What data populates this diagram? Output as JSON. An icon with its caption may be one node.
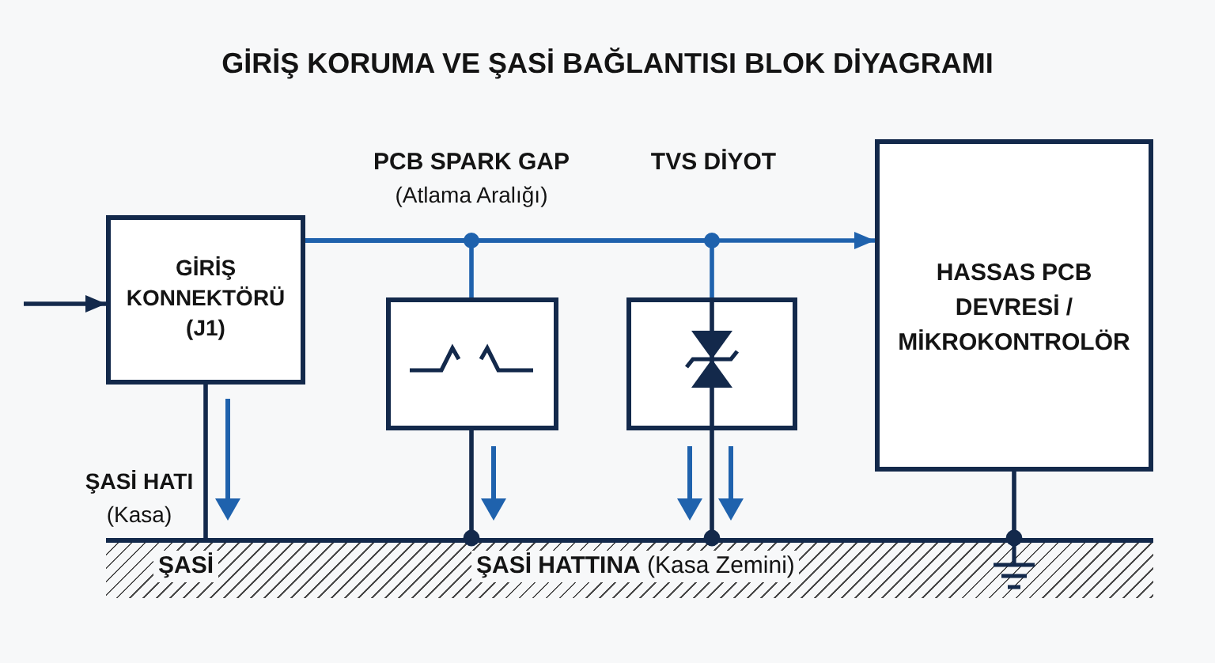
{
  "diagram": {
    "title": "GİRİŞ KORUMA VE ŞASİ BAĞLANTISI BLOK DİYAGRAMI",
    "nodes": [
      {
        "text": [
          "GİRİŞ KONNEKTÖRÜ (J1)"
        ]
      },
      {
        "text": [],
        "shape": "box"
      },
      {
        "text": [],
        "shape": "box"
      },
      {
        "text": [
          "HASSAS PCB DEVRESİ / MİKROKONTROLÖR"
        ]
      },
      {
        "text": [
          "ŞASİ",
          "**ŞASİ HATTINA** (Kasa Zemini)"
        ]
      }
    ],
    "edges": [
      {
        "from": null,
        "to": 0,
        "arrow": "to"
      },
      {
        "from": 0,
        "to": 3,
        "arrow": "to",
        "color": "#1f62ad"
      },
      {
        "from": 0,
        "to": 1,
        "arrow": "none",
        "color": "#1f62ad"
      },
      {
        "from": 0,
        "to": 2,
        "arrow": "none",
        "color": "#1f62ad"
      },
      {
        "from": 0,
        "to": 4,
        "arrow": "none",
        "label": "**ŞASİ HATI** (Kasa)"
      },
      {
        "from": 1,
        "to": 4,
        "arrow": "other"
      },
      {
        "from": 2,
        "to": 4,
        "arrow": "other"
      },
      {
        "from": 3,
        "to": 4,
        "arrow": "other"
      }
    ],
    "labels": [
      "PCB SPARK GAP",
      "(Atlama Aralığı)",
      "TVS DİYOT"
    ]
  }
}
